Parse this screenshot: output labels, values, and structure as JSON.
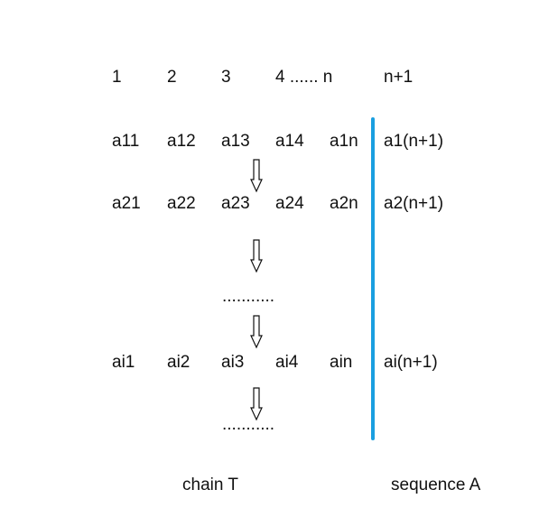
{
  "header": [
    "1",
    "2",
    "3",
    "4 ...... n",
    "n+1"
  ],
  "rows": [
    [
      "a11",
      "a12",
      "a13",
      "a14",
      "a1n",
      "a1(n+1)"
    ],
    [
      "a21",
      "a22",
      "a23",
      "a24",
      "a2n",
      "a2(n+1)"
    ],
    [
      "ai1",
      "ai2",
      "ai3",
      "ai4",
      "ain",
      "ai(n+1)"
    ]
  ],
  "ellipsis": "...........",
  "labels": {
    "chain": "chain T",
    "sequence": "sequence A"
  },
  "colors": {
    "divider": "#1a9fe0",
    "text": "#111111"
  }
}
